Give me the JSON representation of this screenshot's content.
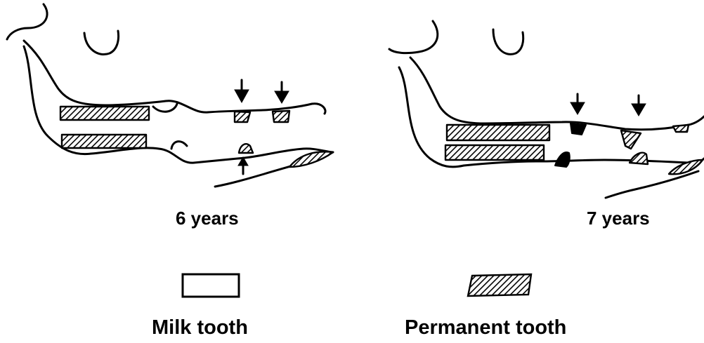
{
  "panels": [
    {
      "label": "6 years"
    },
    {
      "label": "7 years"
    }
  ],
  "legend": [
    {
      "label": "Milk tooth",
      "pattern": "plain"
    },
    {
      "label": "Permanent tooth",
      "pattern": "hatched"
    }
  ],
  "colors": {
    "ink": "#000000",
    "background": "#ffffff"
  }
}
